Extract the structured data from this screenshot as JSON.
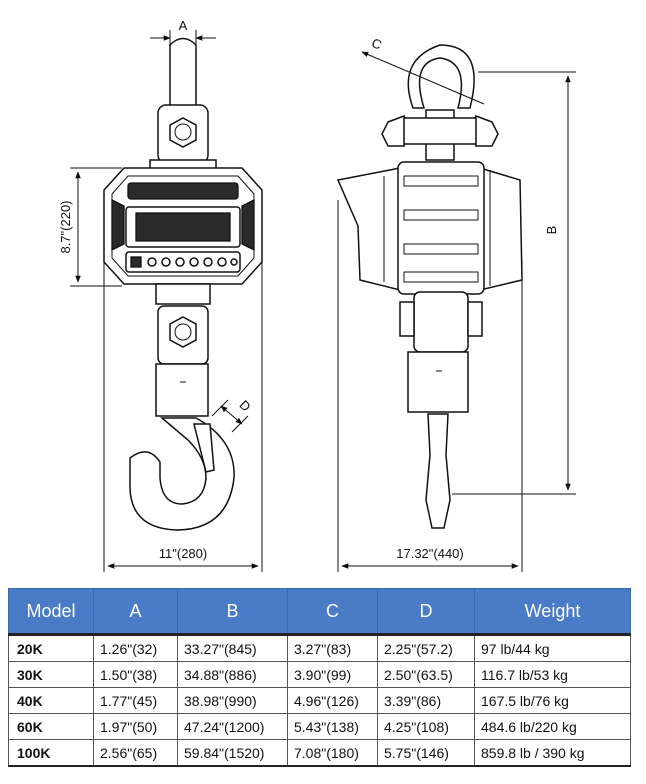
{
  "drawing": {
    "dim_labels": {
      "A": "A",
      "B": "B",
      "C": "C",
      "D": "D",
      "height": "8.7\"(220)",
      "width": "11\"(280)",
      "depth": "17.32\"(440)"
    }
  },
  "table": {
    "headers": [
      "Model",
      "A",
      "B",
      "C",
      "D",
      "Weight"
    ],
    "rows": [
      [
        "20K",
        "1.26\"(32)",
        "33.27\"(845)",
        "3.27\"(83)",
        "2.25\"(57.2)",
        "97 lb/44 kg"
      ],
      [
        "30K",
        "1.50\"(38)",
        "34.88\"(886)",
        "3.90\"(99)",
        "2.50\"(63.5)",
        "116.7 lb/53 kg"
      ],
      [
        "40K",
        "1.77\"(45)",
        "38.98\"(990)",
        "4.96\"(126)",
        "3.39\"(86)",
        "167.5 lb/76 kg"
      ],
      [
        "60K",
        "1.97\"(50)",
        "47.24\"(1200)",
        "5.43\"(138)",
        "4.25\"(108)",
        "484.6 lb/220 kg"
      ],
      [
        "100K",
        "2.56\"(65)",
        "59.84\"(1520)",
        "7.08\"(180)",
        "5.75\"(146)",
        "859.8 lb / 390 kg"
      ]
    ]
  },
  "colors": {
    "header_bg": "#4a7bc6",
    "header_text": "#ffffff"
  }
}
